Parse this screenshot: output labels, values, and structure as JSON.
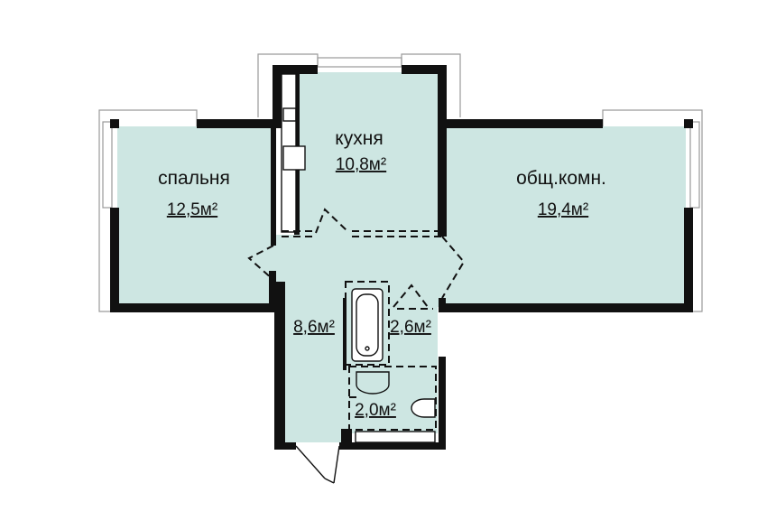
{
  "rooms": {
    "bedroom": {
      "name": "спальня",
      "area": "12,5м²"
    },
    "kitchen": {
      "name": "кухня",
      "area": "10,8м²"
    },
    "living": {
      "name": "общ.комн.",
      "area": "19,4м²"
    },
    "hall": {
      "area": "8,6м²"
    },
    "bathroom": {
      "area": "2,6м²"
    },
    "toilet": {
      "area": "2,0м²"
    }
  },
  "colors": {
    "room_fill": "#cde6e2",
    "wall": "#111111"
  }
}
